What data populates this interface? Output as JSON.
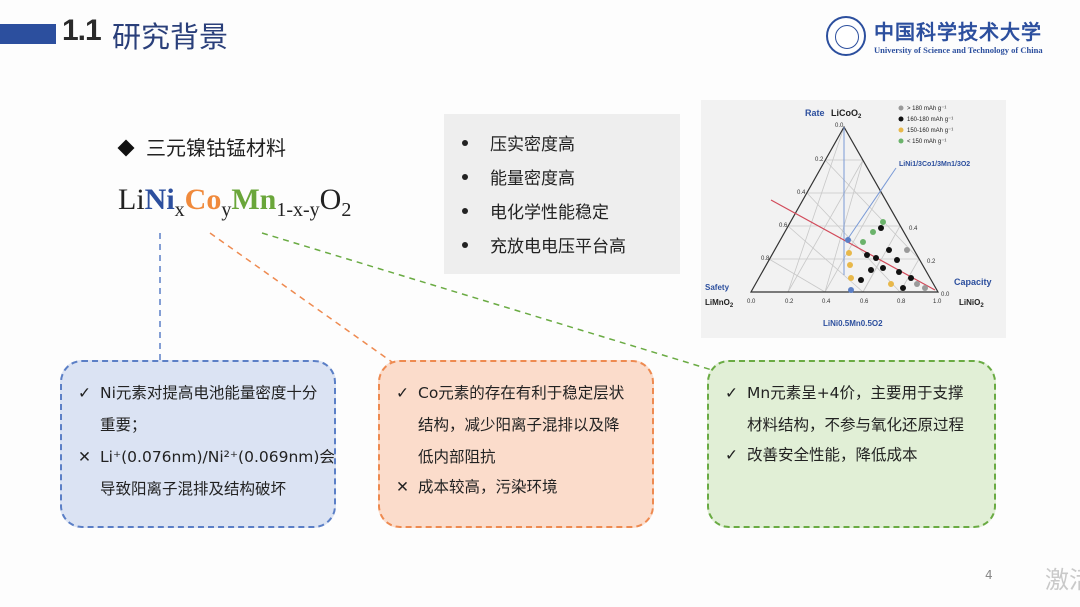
{
  "header": {
    "number": "1.1",
    "title": "研究背景",
    "logo_cn": "中国科学技术大学",
    "logo_en": "University of Science and Technology of China"
  },
  "section": {
    "bullet_label": "三元镍钴锰材料"
  },
  "formula": {
    "li": "Li",
    "ni": "Ni",
    "ni_sub": "x",
    "co": "Co",
    "co_sub": "y",
    "mn": "Mn",
    "mn_sub": "1-x-y",
    "o": "O",
    "o_sub": "2"
  },
  "features": [
    "压实密度高",
    "能量密度高",
    "电化学性能稳定",
    "充放电电压平台高"
  ],
  "diagram": {
    "apex_top": "LiCoO",
    "apex_top_sub": "2",
    "apex_left": "LiMnO",
    "apex_left_sub": "2",
    "apex_right": "LiNiO",
    "apex_right_sub": "2",
    "label_rate": "Rate",
    "label_safety": "Safety",
    "label_capacity": "Capacity",
    "label_111": "LiNi1/3Co1/3Mn1/3O2",
    "label_0505": "LiNi0.5Mn0.5O2",
    "ticks": [
      "0.0",
      "0.2",
      "0.4",
      "0.6",
      "0.8",
      "1.0"
    ],
    "legend": [
      {
        "label": "> 180 mAh g⁻¹",
        "color": "#9a9a9a"
      },
      {
        "label": "160-180 mAh g⁻¹",
        "color": "#111111"
      },
      {
        "label": "150-160 mAh g⁻¹",
        "color": "#e8b84a"
      },
      {
        "label": "< 150 mAh g⁻¹",
        "color": "#6bb36b"
      }
    ]
  },
  "cards": {
    "ni": {
      "lines": [
        {
          "mark": "✓",
          "text": "Ni元素对提高电池能量密度十分"
        },
        {
          "mark": "",
          "text": "重要；"
        },
        {
          "mark": "✕",
          "text": "Li⁺(0.076nm)/Ni²⁺(0.069nm)会"
        },
        {
          "mark": "",
          "text": "导致阳离子混排及结构破坏"
        }
      ]
    },
    "co": {
      "lines": [
        {
          "mark": "✓",
          "text": "Co元素的存在有利于稳定层状"
        },
        {
          "mark": "",
          "text": "结构，减少阳离子混排以及降"
        },
        {
          "mark": "",
          "text": "低内部阻抗"
        },
        {
          "mark": "✕",
          "text": "成本较高，污染环境"
        }
      ]
    },
    "mn": {
      "lines": [
        {
          "mark": "✓",
          "text": "Mn元素呈+4价，主要用于支撑"
        },
        {
          "mark": "",
          "text": "材料结构，不参与氧化还原过程"
        },
        {
          "mark": "✓",
          "text": "改善安全性能，降低成本"
        }
      ]
    }
  },
  "footer": {
    "page": "4",
    "watermark": "激活"
  },
  "colors": {
    "accent_blue": "#2c4f9e",
    "ni_blue": "#5b7fc6",
    "co_orange": "#ee8a50",
    "mn_green": "#6aab43"
  }
}
